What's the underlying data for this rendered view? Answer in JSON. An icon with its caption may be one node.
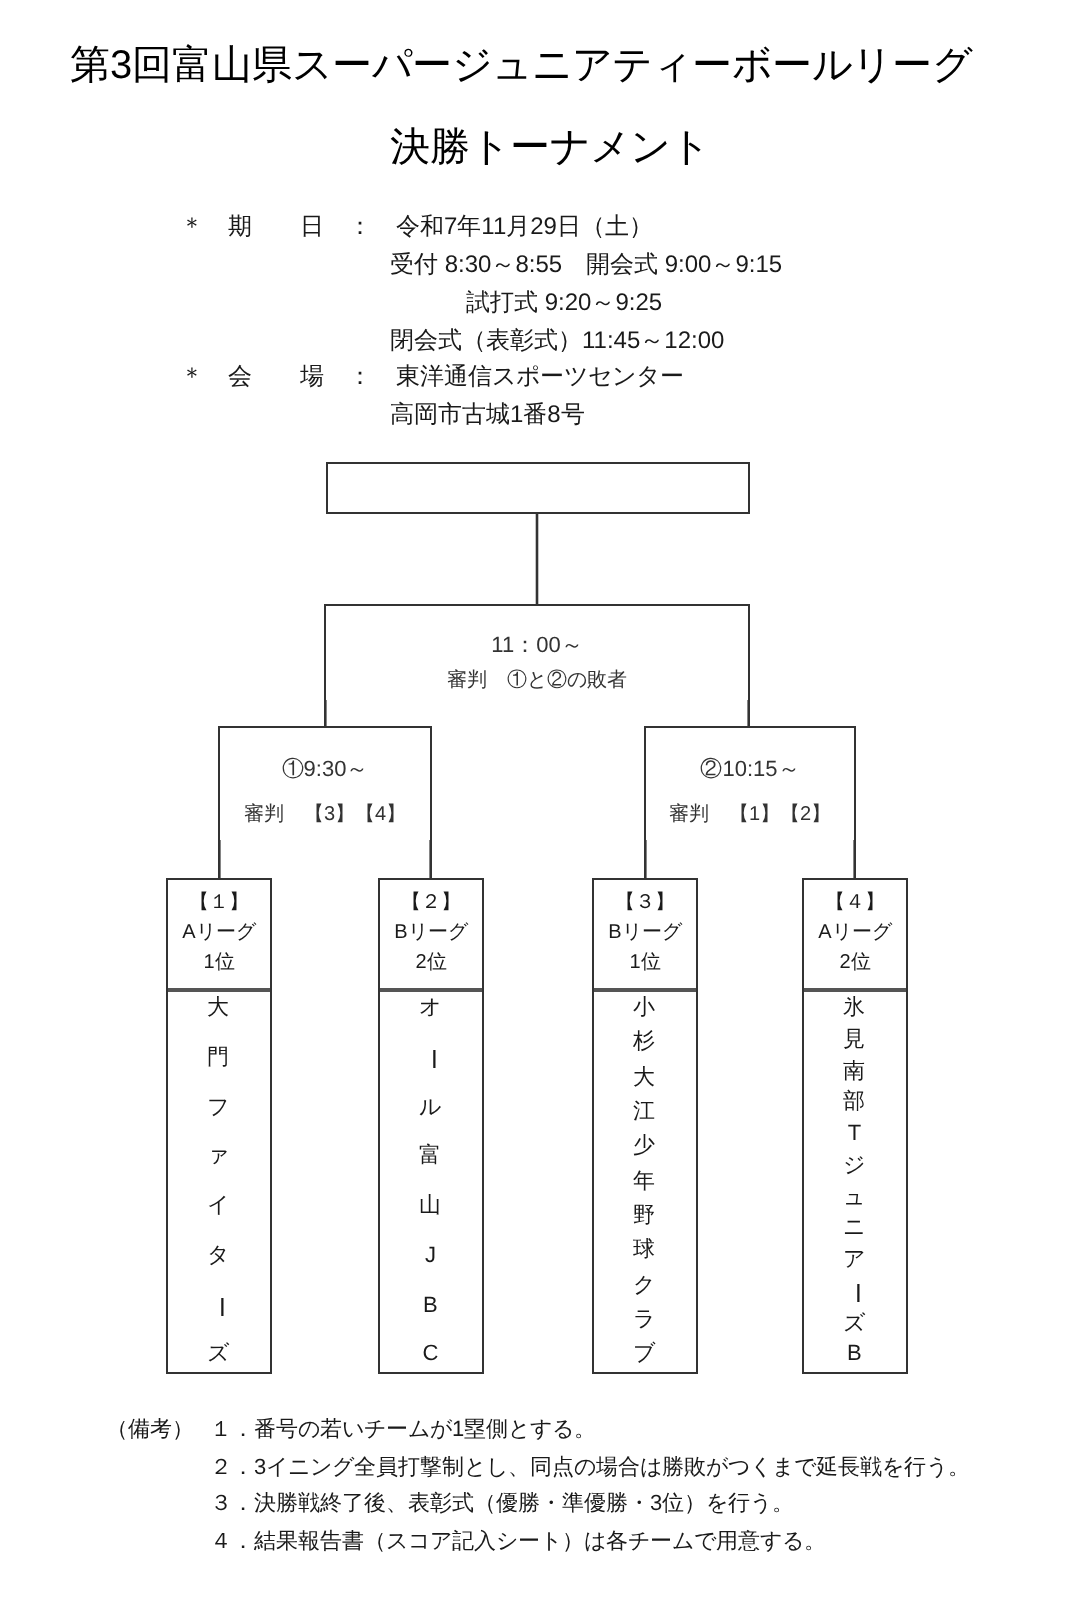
{
  "diagram": {
    "title": "第3回富山県スーパージュニアティーボールリーグ",
    "nodes": [
      {
        "text": [],
        "shape": "box"
      },
      {
        "text": [
          "11：00～",
          "審判　①と②の敗者"
        ]
      },
      {
        "text": [
          "①9:30～",
          "審判　【3】【4】"
        ]
      },
      {
        "text": [
          "②10:15～",
          "審判　【1】【2】"
        ]
      },
      {
        "text": [
          "【１】",
          "Aリーグ",
          "1位",
          "大門ファイターズ"
        ]
      },
      {
        "text": [
          "【２】",
          "Bリーグ",
          "2位",
          "オール富山JBC"
        ]
      },
      {
        "text": [
          "【３】",
          "Bリーグ",
          "1位",
          "小杉大江少年野球クラブ"
        ]
      },
      {
        "text": [
          "【４】",
          "Aリーグ",
          "2位",
          "氷見南部TジュニアーズB"
        ]
      }
    ],
    "edges": [
      {
        "from": 4,
        "to": 2,
        "arrow": "none"
      },
      {
        "from": 5,
        "to": 2,
        "arrow": "none"
      },
      {
        "from": 6,
        "to": 3,
        "arrow": "none"
      },
      {
        "from": 7,
        "to": 3,
        "arrow": "none"
      },
      {
        "from": 2,
        "to": 1,
        "arrow": "none"
      },
      {
        "from": 3,
        "to": 1,
        "arrow": "none"
      },
      {
        "from": 1,
        "to": 0,
        "arrow": "none"
      }
    ],
    "labels": [
      "決勝トーナメント",
      "＊　期　　日　：　令和7年11月29日（土）",
      "受付 8:30～8:55　開会式 9:00～9:15",
      "試打式 9:20～9:25",
      "閉会式（表彰式）11:45～12:00",
      "＊　会　　場　：　東洋通信スポーツセンター",
      "高岡市古城1番8号",
      "（備考）",
      "１．番号の若いチームが1塁側とする。",
      "２．3イニング全員打撃制とし、同点の場合は勝敗がつくまで延長戦を行う。",
      "３．決勝戦終了後、表彰式（優勝・準優勝・3位）を行う。",
      "４．結果報告書（スコア記入シート）は各チームで用意する。"
    ]
  }
}
